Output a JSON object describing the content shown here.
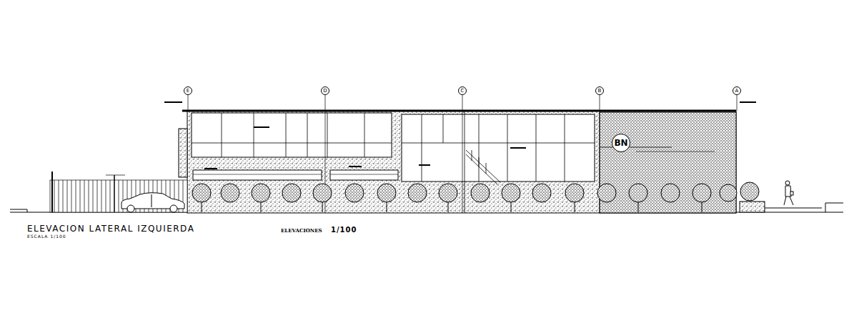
{
  "diagram": {
    "title": "ELEVACION LATERAL IZQUIERDA",
    "nodes": [
      {
        "text": [
          "E"
        ]
      },
      {
        "text": [
          "D"
        ]
      },
      {
        "text": [
          "C"
        ]
      },
      {
        "text": [
          "B"
        ]
      },
      {
        "text": [
          "A"
        ]
      },
      {
        "text": [
          "BN"
        ]
      }
    ],
    "labels": [
      "ESCALA 1/100",
      "ELEVACIONES",
      "1/100"
    ]
  }
}
